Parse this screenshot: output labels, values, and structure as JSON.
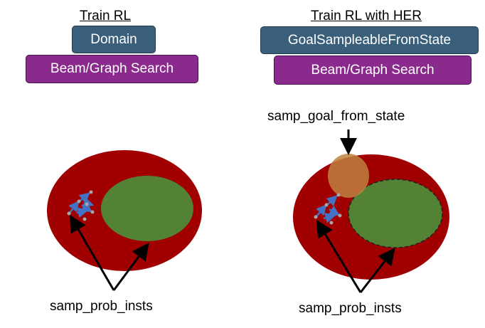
{
  "left_panel": {
    "heading": "Train RL",
    "top_box": "Domain",
    "bottom_box": "Beam/Graph Search",
    "bottom_label": "samp_prob_insts"
  },
  "right_panel": {
    "heading": "Train RL with HER",
    "top_box": "GoalSampleableFromState",
    "bottom_box": "Beam/Graph Search",
    "goal_label": "samp_goal_from_state",
    "bottom_label": "samp_prob_insts"
  },
  "colors": {
    "outer_region": "#a00000",
    "goal_region": "#548235",
    "sampled_goal": "#c08040",
    "trajectory": "#4472c4",
    "domain_box": "#3a5f7b",
    "search_box": "#8a2a8c"
  }
}
